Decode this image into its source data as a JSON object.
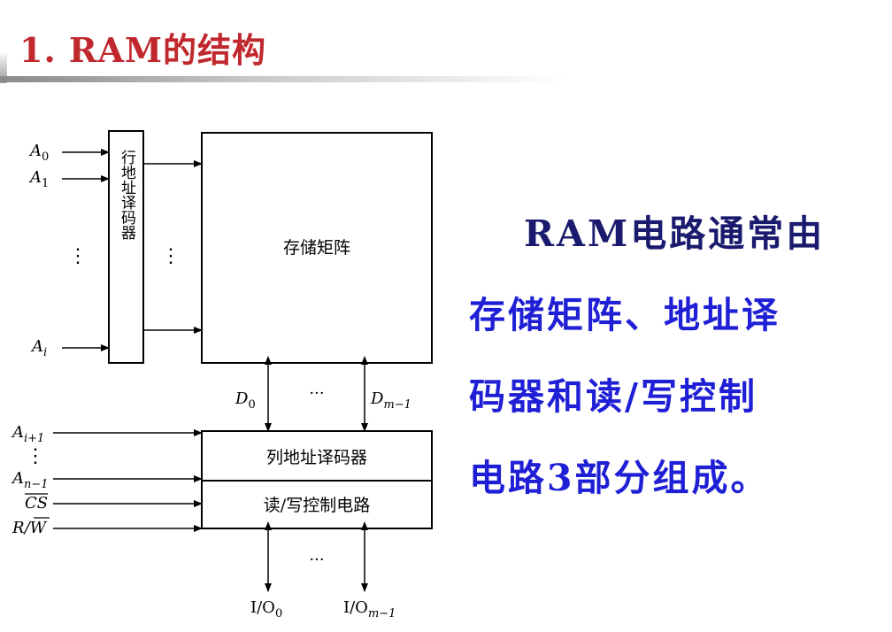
{
  "slide": {
    "title": "1. RAM的结构"
  },
  "diagram": {
    "row_decoder_label": "行地址译码器",
    "memory_array_label": "存储矩阵",
    "column_decoder_label": "列地址译码器",
    "rw_control_label": "读/写控制电路",
    "row_inputs": {
      "a0": {
        "base": "A",
        "sub": "0"
      },
      "a1": {
        "base": "A",
        "sub": "1"
      },
      "ai": {
        "base": "A",
        "sub": "i"
      },
      "dots": "⋮"
    },
    "row_output_dots": "⋮",
    "data_lines": {
      "d0": {
        "base": "D",
        "sub": "0"
      },
      "dm": {
        "base": "D",
        "sub": "m−1"
      },
      "dots": "···"
    },
    "column_inputs": {
      "ai1": {
        "base": "A",
        "sub": "i+1"
      },
      "an1": {
        "base": "A",
        "sub": "n−1"
      },
      "dots": "⋮",
      "cs": "CS",
      "rw_r": "R",
      "rw_slash": "/",
      "rw_w": "W"
    },
    "io_lines": {
      "io0": {
        "base": "I/O",
        "sub": "0"
      },
      "iom": {
        "base": "I/O",
        "sub": "m−1"
      },
      "dots": "···"
    }
  },
  "description": {
    "line1": "RAM电路通常由",
    "line2": "存储矩阵、地址译",
    "line3_blue": "码器和读/写控制",
    "line4_blue": "电路3部分组成。"
  }
}
